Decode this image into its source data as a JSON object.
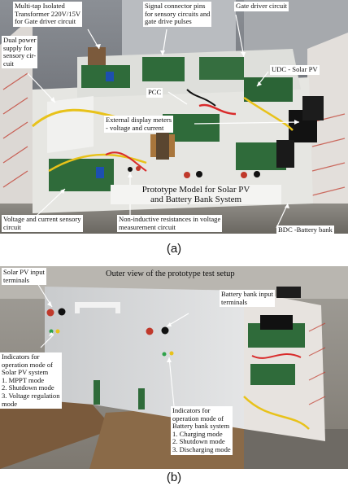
{
  "panel_a": {
    "labels": {
      "transformer": [
        "Multi-tap Isolated",
        "Transformer 220V/15V",
        "for Gate driver circuit"
      ],
      "signal_connector": [
        "Signal connector pins",
        "for sensory circuits and",
        "gate drive pulses"
      ],
      "gate_driver": [
        "Gate driver circuit"
      ],
      "dual_power": [
        "Dual power",
        "supply for",
        "sensory cir-",
        "cuit"
      ],
      "udc": [
        "UDC - Solar PV"
      ],
      "pcc": [
        "PCC"
      ],
      "display_meters": [
        "External display meters",
        "- voltage and current"
      ],
      "prototype_model": [
        "Prototype Model for Solar PV",
        "and Battery Bank System"
      ],
      "vc_sensory": [
        "Voltage and current sensory",
        "circuit"
      ],
      "non_inductive": [
        "Non-inductive resistances in voltage",
        "measurement circuit"
      ],
      "bdc": [
        "BDC -Battery bank"
      ]
    },
    "caption": "(a)"
  },
  "panel_b": {
    "title": "Outer view of the prototype test setup",
    "labels": {
      "solar_input": [
        "Solar PV input",
        "terminals"
      ],
      "battery_input": [
        "Battery bank input",
        "terminals"
      ],
      "solar_indicators": [
        "Indicators for",
        "operation mode of",
        "Solar PV system",
        "1. MPPT mode",
        "2. Shutdown mode",
        "3. Voltage regulation",
        "mode"
      ],
      "battery_indicators": [
        "Indicators for",
        "operation mode of",
        "Battery bank system",
        "1. Charging mode",
        "2. Shutdown mode",
        "3. Discharging mode"
      ]
    },
    "caption": "(b)"
  },
  "colors": {
    "label_border_blue": "#3a6fd0",
    "leader": "#ffffff",
    "panel_grey": "#d9dadb",
    "board_green": "#2f6b3a"
  }
}
